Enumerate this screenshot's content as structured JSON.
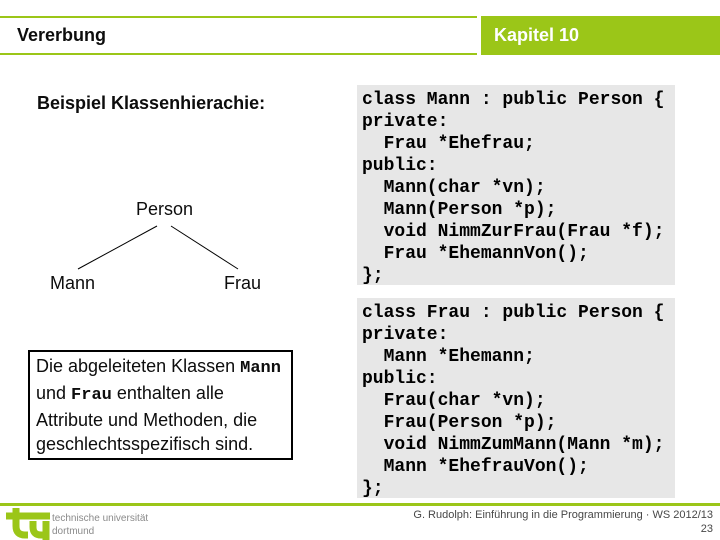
{
  "slide": {
    "header": {
      "title": "Vererbung",
      "chapter_label": "Kapitel 10"
    },
    "main": {
      "heading": "Beispiel Klassenhierachie:",
      "diagram": {
        "parent": "Person",
        "child_left": "Mann",
        "child_right": "Frau"
      },
      "note": {
        "text_before": "Die abgeleiteten Klassen ",
        "code_word_1": "Mann",
        "text_middle": " und ",
        "code_word_2": "Frau",
        "text_after": " enthalten alle Attribute und Methoden, die geschlechtsspezifisch sind."
      },
      "code_blocks": [
        {
          "lines": [
            "class Mann : public Person {",
            "private:",
            "  Frau *Ehefrau;",
            "public:",
            "  Mann(char *vn);",
            "  Mann(Person *p);",
            "  void NimmZurFrau(Frau *f);",
            "  Frau *EhemannVon();",
            "};"
          ]
        },
        {
          "lines": [
            "class Frau : public Person {",
            "private:",
            "  Mann *Ehemann;",
            "public:",
            "  Frau(char *vn);",
            "  Frau(Person *p);",
            "  void NimmZumMann(Mann *m);",
            "  Mann *EhefrauVon();",
            "};"
          ]
        }
      ]
    },
    "footer": {
      "logo_line_1": "technische universität",
      "logo_line_2": "dortmund",
      "credit": "G. Rudolph: Einführung in die Programmierung · WS 2012/13",
      "page_number": "23"
    }
  },
  "colors": {
    "accent_green": "#9BC618",
    "code_bg": "#E7E7E7"
  }
}
